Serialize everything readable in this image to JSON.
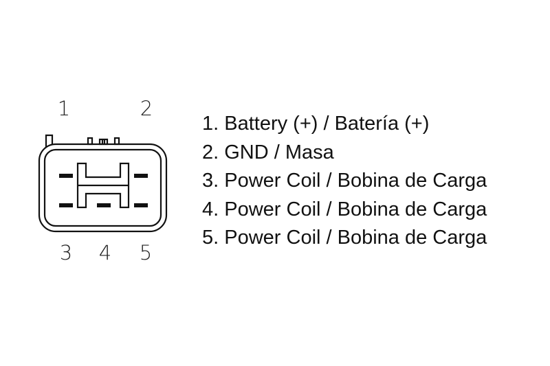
{
  "connector": {
    "pin_labels": [
      "1",
      "2",
      "3",
      "4",
      "5"
    ]
  },
  "legend": {
    "items": [
      "1. Battery (+) / Batería (+)",
      "2. GND / Masa",
      "3. Power Coil / Bobina de Carga",
      "4. Power Coil / Bobina de Carga",
      "5. Power Coil / Bobina de Carga"
    ]
  },
  "colors": {
    "line": "#111111",
    "background": "#ffffff"
  }
}
